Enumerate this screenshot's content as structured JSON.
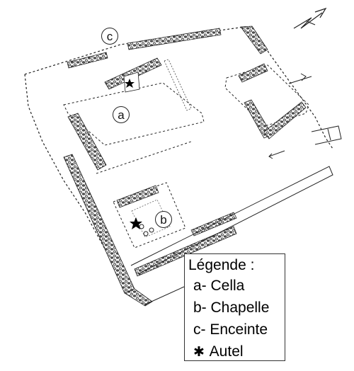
{
  "plan": {
    "labels": {
      "a": "a",
      "b": "b",
      "c": "c"
    }
  },
  "legend": {
    "title": "Légende :",
    "items": [
      {
        "text": "a- Cella"
      },
      {
        "text": "b- Chapelle"
      },
      {
        "text": "c- Enceinte"
      },
      {
        "symbol": "✱",
        "text": " Autel"
      }
    ]
  },
  "colors": {
    "ink": "#1a1a1a",
    "stone": "#555555",
    "background": "#ffffff"
  },
  "icons": {
    "north_arrow": "north-arrow-icon",
    "altar": "star-icon"
  }
}
